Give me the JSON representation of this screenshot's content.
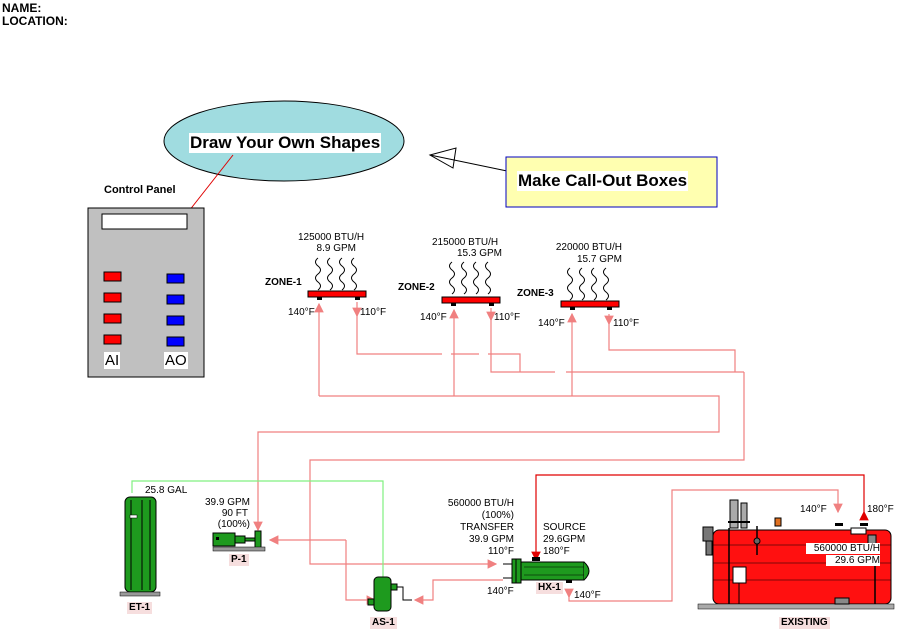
{
  "header": {
    "name_label": "NAME:",
    "location_label": "LOCATION:"
  },
  "callouts": {
    "ellipse_text": "Draw Your Own Shapes",
    "box_text": "Make Call-Out Boxes"
  },
  "control_panel": {
    "title": "Control Panel",
    "ai_label": "AI",
    "ao_label": "AO",
    "ai_count": 4,
    "ao_count": 4,
    "ai_color": "#ff0000",
    "ao_color": "#0000ff"
  },
  "zones": [
    {
      "name": "ZONE-1",
      "load": "125000 BTU/H",
      "flow": "8.9 GPM",
      "supply_temp": "140°F",
      "return_temp": "110°F"
    },
    {
      "name": "ZONE-2",
      "load": "215000 BTU/H",
      "flow": "15.3 GPM",
      "supply_temp": "140°F",
      "return_temp": "110°F"
    },
    {
      "name": "ZONE-3",
      "load": "220000 BTU/H",
      "flow": "15.7 GPM",
      "supply_temp": "140°F",
      "return_temp": "110°F"
    }
  ],
  "equipment": {
    "expansion_tank": {
      "tag": "ET-1",
      "volume": "25.8 GAL"
    },
    "pump": {
      "tag": "P-1",
      "flow": "39.9 GPM",
      "head": "90 FT",
      "percent": "(100%)"
    },
    "air_separator": {
      "tag": "AS-1"
    },
    "heat_exchanger": {
      "tag": "HX-1",
      "load": "560000 BTU/H",
      "percent": "(100%)",
      "transfer_label": "TRANSFER",
      "transfer_flow": "39.9 GPM",
      "transfer_in_temp": "110°F",
      "transfer_out_temp": "140°F",
      "source_label": "SOURCE",
      "source_flow": "29.6GPM",
      "source_in_temp": "180°F",
      "source_out_temp": "140°F"
    },
    "boiler": {
      "tag": "EXISTING",
      "load": "560000 BTU/H",
      "flow": "29.6 GPM",
      "return_temp": "140°F",
      "supply_temp": "180°F"
    }
  },
  "colors": {
    "pipe_loop": "#f08080",
    "pipe_source": "#e00000",
    "pipe_tank": "#80f080",
    "equipment_green": "#1e9a1e",
    "boiler_red": "#ff1010",
    "ellipse_fill": "#a0dce0",
    "callout_fill": "#ffffb0",
    "callout_border": "#0000c0",
    "panel_gray": "#c0c0c0"
  }
}
